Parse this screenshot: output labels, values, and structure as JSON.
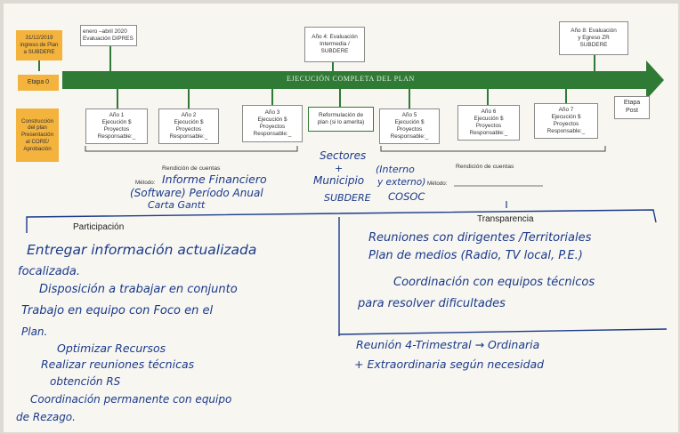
{
  "timeline": {
    "top_boxes": [
      {
        "lines": [
          "31/12/2019",
          "ingreso de Plan",
          "a SUBDERE"
        ]
      },
      {
        "lines": [
          "enero –abril 2020",
          "Evaluación DIPRES"
        ]
      },
      {
        "lines": [
          "Año 4: Evaluación",
          "Intermedia /",
          "SUBDERE"
        ]
      },
      {
        "lines": [
          "Año 8: Evaluación",
          "y Egreso ZR",
          "SUBDERE"
        ]
      }
    ],
    "arrow_label": "EJECUCIÓN COMPLETA DEL PLAN",
    "etapa0": "Etapa 0",
    "construccion": [
      "Construcción",
      "del plan",
      "Presentación",
      "al CORE/",
      "Aprobación"
    ],
    "year_boxes": [
      {
        "lines": [
          "Año 1",
          "Ejecución $",
          "Proyectos",
          "Responsable:_"
        ]
      },
      {
        "lines": [
          "Año 2",
          "Ejecución $",
          "Proyectos",
          "Responsable:_"
        ]
      },
      {
        "lines": [
          "Año 3",
          "Ejecución $",
          "Proyectos",
          "Responsable:_"
        ]
      },
      {
        "lines": [
          "Reformulación de",
          "plan (si lo amerita)"
        ]
      },
      {
        "lines": [
          "Año 5",
          "Ejecución $",
          "Proyectos",
          "Responsable:_"
        ]
      },
      {
        "lines": [
          "Año 6",
          "Ejecución $",
          "Proyectos",
          "Responsable:_"
        ]
      },
      {
        "lines": [
          "Año 7",
          "Ejecución $",
          "Proyectos",
          "Responsable:_"
        ]
      }
    ],
    "etapa_post": [
      "Etapa",
      "Post"
    ],
    "rendicion_left": "Rendición de cuentas",
    "rendicion_right": "Rendición de cuentas",
    "metodo_left": "Método:",
    "metodo_right": "Método:"
  },
  "handwritten": {
    "metodo_left_lines": [
      "Informe Financiero",
      "(Software) Período Anual",
      "Carta Gantt"
    ],
    "center_lines": [
      "Sectores",
      "+",
      "Municipio",
      "SUBDERE"
    ],
    "interno_lines": [
      "(Interno",
      "y externo)",
      "COSOC"
    ],
    "participacion_lines": [
      "Entregar información actualizada",
      "focalizada.",
      "Disposición a trabajar en conjunto",
      "Trabajo en equipo con Foco en el",
      "Plan.",
      "Optimizar Recursos",
      "Realizar reuniones técnicas",
      "obtención RS",
      "Coordinación permanente con equipo",
      "de Rezago."
    ],
    "transparencia_lines": [
      "Reuniones con dirigentes /Territoriales",
      "Plan de medios (Radio, TV local, P.E.)",
      "Coordinación con equipos técnicos",
      "para resolver dificultades"
    ],
    "reunion_lines": [
      "Reunión 4-Trimestral → Ordinaria",
      "+ Extraordinaria según necesidad"
    ]
  },
  "sections": {
    "participacion": "Participación",
    "transparencia": "Transparencia"
  },
  "colors": {
    "arrow_green": "#2f7a34",
    "orange": "#f3b33d",
    "ink_blue": "#1b3a8a"
  }
}
